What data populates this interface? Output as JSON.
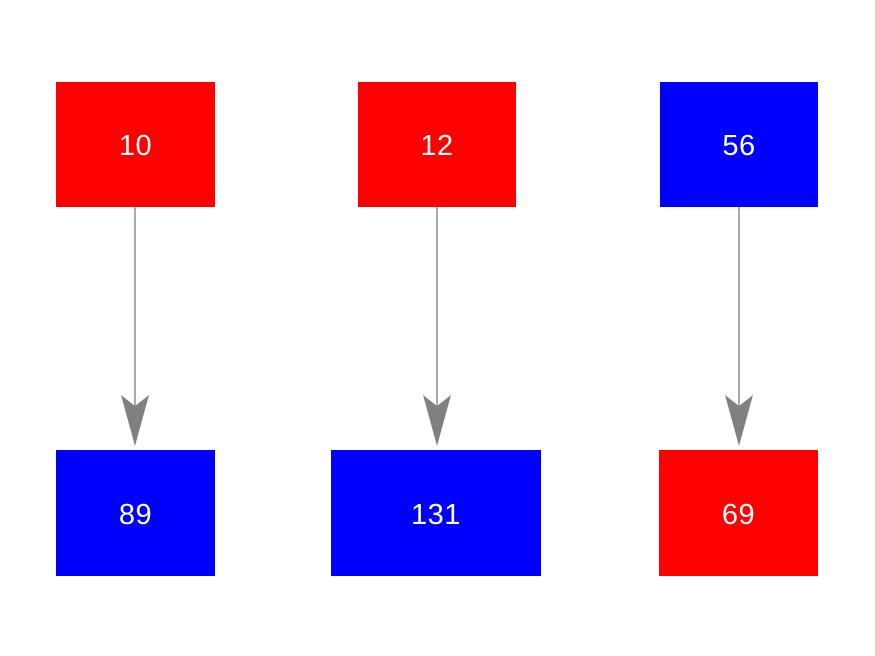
{
  "diagram": {
    "background": "#ffffff",
    "nodes": [
      {
        "id": "top-left",
        "label": "10",
        "color_name": "red",
        "color_hex": "#ff0000"
      },
      {
        "id": "top-middle",
        "label": "12",
        "color_name": "red",
        "color_hex": "#ff0000"
      },
      {
        "id": "top-right",
        "label": "56",
        "color_name": "blue",
        "color_hex": "#0000ff"
      },
      {
        "id": "bottom-left",
        "label": "89",
        "color_name": "blue",
        "color_hex": "#0000ff"
      },
      {
        "id": "bottom-middle",
        "label": "131",
        "color_name": "blue",
        "color_hex": "#0000ff"
      },
      {
        "id": "bottom-right",
        "label": "69",
        "color_name": "red",
        "color_hex": "#ff0000"
      }
    ],
    "edges": [
      {
        "from": "10",
        "to": "89",
        "direction": "down"
      },
      {
        "from": "12",
        "to": "131",
        "direction": "down"
      },
      {
        "from": "56",
        "to": "69",
        "direction": "down"
      }
    ],
    "palette": {
      "node_red": "#ff0000",
      "node_blue": "#0000ff",
      "arrow_gray": "#808080",
      "label_text": "#ffffff"
    }
  }
}
